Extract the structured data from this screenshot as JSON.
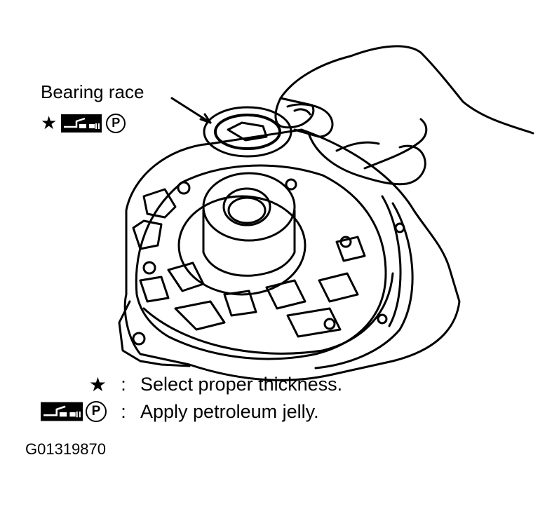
{
  "callout": {
    "label": "Bearing race"
  },
  "icons": {
    "star": "★",
    "grease_gun": "grease-gun-icon",
    "petroleum_letter": "P"
  },
  "legend": [
    {
      "symbol": "star",
      "colon": ":",
      "text": "Select proper thickness."
    },
    {
      "symbol": "grease-gun-petroleum",
      "colon": ":",
      "text": "Apply petroleum jelly."
    }
  ],
  "figure_id": "G01319870",
  "colors": {
    "ink": "#000000",
    "paper": "#ffffff"
  }
}
